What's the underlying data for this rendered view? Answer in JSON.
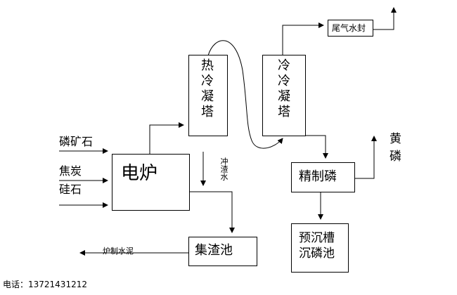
{
  "nodes": {
    "furnace": "电炉",
    "hot_tower": "热冷凝塔",
    "cold_tower": "冷冷凝塔",
    "tail_seal": "尾气水封",
    "refine": "精制磷",
    "presettle": "预沉槽\n沉磷池",
    "slag_pool": "集渣池"
  },
  "inputs": {
    "phosphate_ore": "磷矿石",
    "coke": "焦炭",
    "silica": "硅石"
  },
  "annotations": {
    "flush_water": "冲渣水",
    "yellow_phosphorus": "黄磷",
    "cement": "炉制水泥"
  },
  "footer": {
    "phone": "电话：13721431212"
  }
}
